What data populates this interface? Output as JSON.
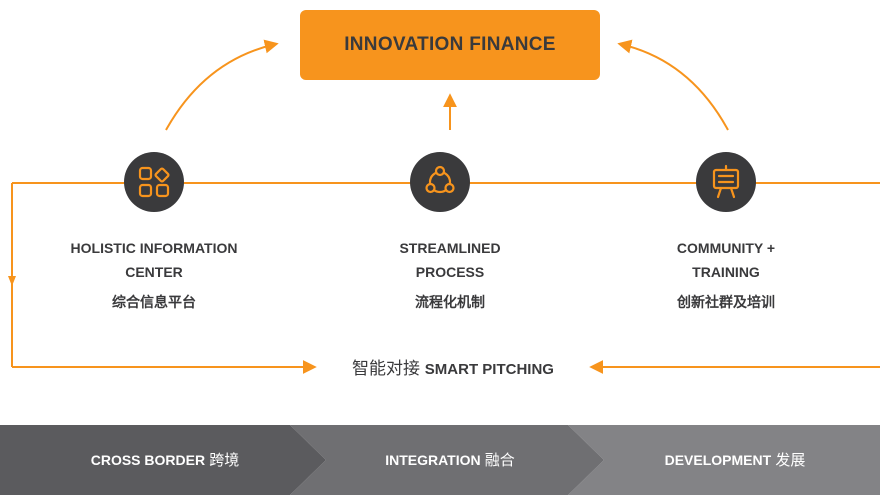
{
  "top_box": {
    "label": "INNOVATION FINANCE"
  },
  "nodes": [
    {
      "line1": "HOLISTIC INFORMATION",
      "line2": "CENTER",
      "cn": "综合信息平台",
      "icon": "apps-grid-icon"
    },
    {
      "line1": "STREAMLINED",
      "line2": "PROCESS",
      "cn": "流程化机制",
      "icon": "process-cycle-icon"
    },
    {
      "line1": "COMMUNITY +",
      "line2": "TRAINING",
      "cn": "创新社群及培训",
      "icon": "presentation-board-icon"
    }
  ],
  "pitching": {
    "cn": "智能对接",
    "en": "SMART PITCHING"
  },
  "banner": [
    {
      "en": "CROSS BORDER",
      "cn": "跨境",
      "color": "#5b5b5e"
    },
    {
      "en": "INTEGRATION",
      "cn": "融合",
      "color": "#6f6f72"
    },
    {
      "en": "DEVELOPMENT",
      "cn": "发展",
      "color": "#838386"
    }
  ],
  "colors": {
    "accent": "#F7941D",
    "dark": "#3a3a3c"
  }
}
